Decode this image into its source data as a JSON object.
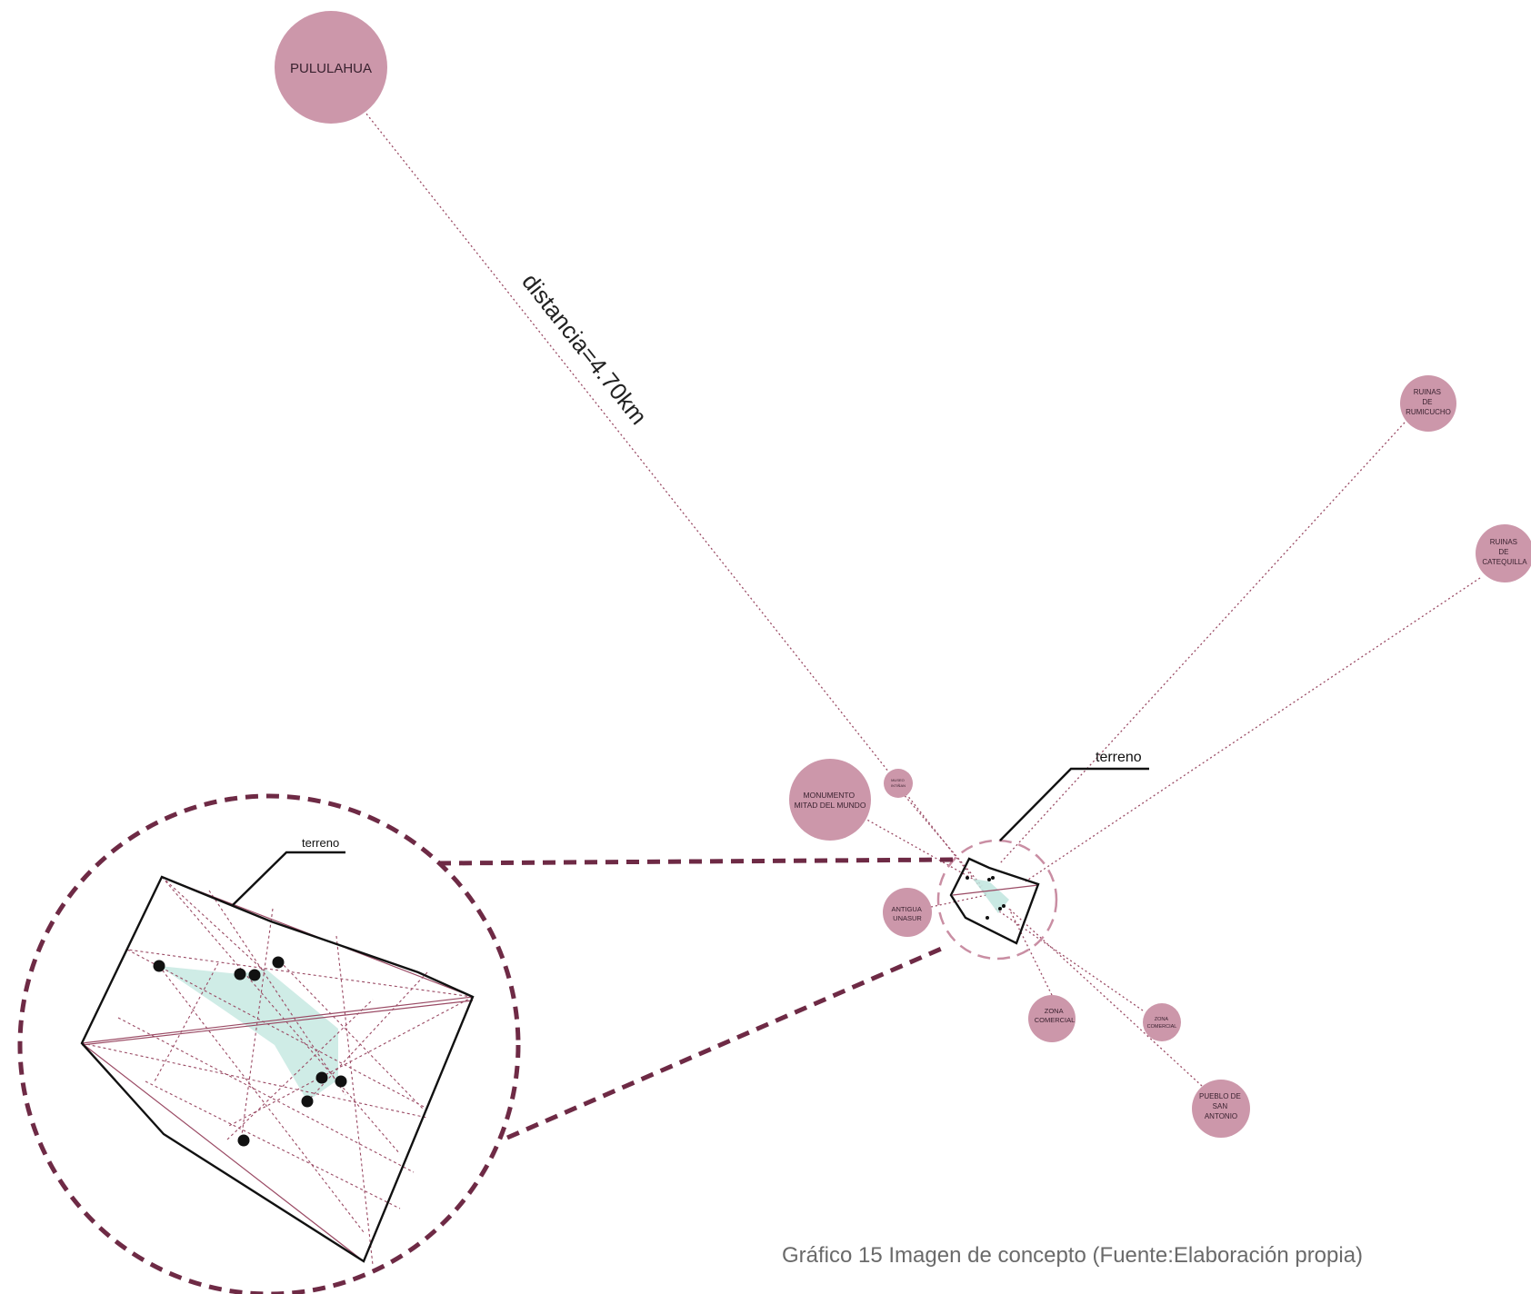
{
  "colors": {
    "poi_fill": "#cc97aa",
    "leader_line": "#9a4a64",
    "zoom_outline": "#6e2a45",
    "site_fill": "#bfe5de",
    "site_outline": "#111111"
  },
  "pois": {
    "pululahua": "PULULAHUA",
    "rumicucho": [
      "RUINAS",
      "DE",
      "RUMICUCHO"
    ],
    "catequilla": [
      "RUINAS",
      "DE",
      "CATEQUILLA"
    ],
    "monumento": [
      "MONUMENTO",
      "MITAD DEL MUNDO"
    ],
    "museo": [
      "MUSEO",
      "INTIÑAN"
    ],
    "unasur": [
      "ANTIGUA",
      "UNASUR"
    ],
    "zona_comercial_1": [
      "ZONA",
      "COMERCIAL"
    ],
    "zona_comercial_2": [
      "ZONA",
      "COMERCIAL"
    ],
    "pueblo": [
      "PUEBLO DE",
      "SAN",
      "ANTONIO"
    ]
  },
  "distance_label": "distancia=4.70km",
  "site_label": "terreno",
  "zoom_label": "terreno",
  "caption": "Gráfico 15 Imagen de concepto (Fuente:Elaboración propia)"
}
